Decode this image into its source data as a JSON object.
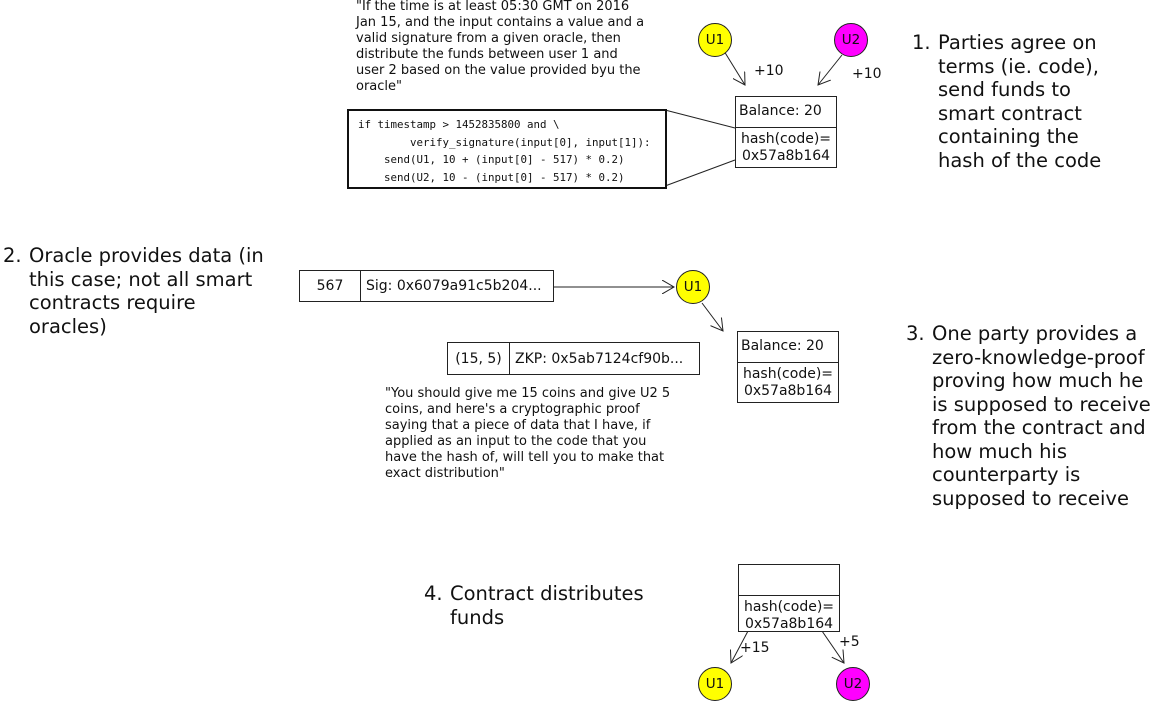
{
  "step1": {
    "num": "1.",
    "text": "Parties agree on\nterms (ie. code),\nsend funds to\nsmart contract\ncontaining the\nhash of the code",
    "quote": "\"If the time is at least 05:30 GMT on 2016\nJan 15, and the input contains a value and a\nvalid signature from a given oracle, then\ndistribute the funds between user 1 and\nuser 2 based on the value provided  byu the\noracle\"",
    "code": "if timestamp > 1452835800 and \\\n        verify_signature(input[0], input[1]):\n    send(U1, 10 + (input[0] - 517) * 0.2)\n    send(U2, 10 - (input[0] - 517) * 0.2)",
    "u1": "U1",
    "u2": "U2",
    "u1_amount": "+10",
    "u2_amount": "+10",
    "balance": "Balance: 20",
    "hash": "hash(code)=\n0x57a8b164"
  },
  "step2": {
    "num": "2.",
    "text": "Oracle provides data (in\nthis case; not all smart\ncontracts require\noracles)",
    "value": "567",
    "sig": "Sig: 0x6079a91c5b204...",
    "u1": "U1"
  },
  "step3": {
    "num": "3.",
    "text": "One party provides a\nzero-knowledge-proof\nproving how much he\nis supposed to receive\nfrom the contract and\nhow much his\ncounterparty is\nsupposed to receive",
    "pair": "(15, 5)",
    "zkp": "ZKP: 0x5ab7124cf90b...",
    "quote": "\"You should give me 15 coins and give U2 5\ncoins, and here's a cryptographic proof\nsaying that a piece of data that I have, if\napplied as an input to the code that you\nhave the hash of, will tell you to make that\nexact distribution\"",
    "balance": "Balance: 20",
    "hash": "hash(code)=\n0x57a8b164"
  },
  "step4": {
    "num": "4.",
    "text": "Contract distributes\nfunds",
    "balance": "",
    "hash": "hash(code)=\n0x57a8b164",
    "u1": "U1",
    "u2": "U2",
    "u1_amount": "+15",
    "u2_amount": "+5"
  },
  "colors": {
    "u1": "#ffff00",
    "u2": "#ff00ff"
  }
}
